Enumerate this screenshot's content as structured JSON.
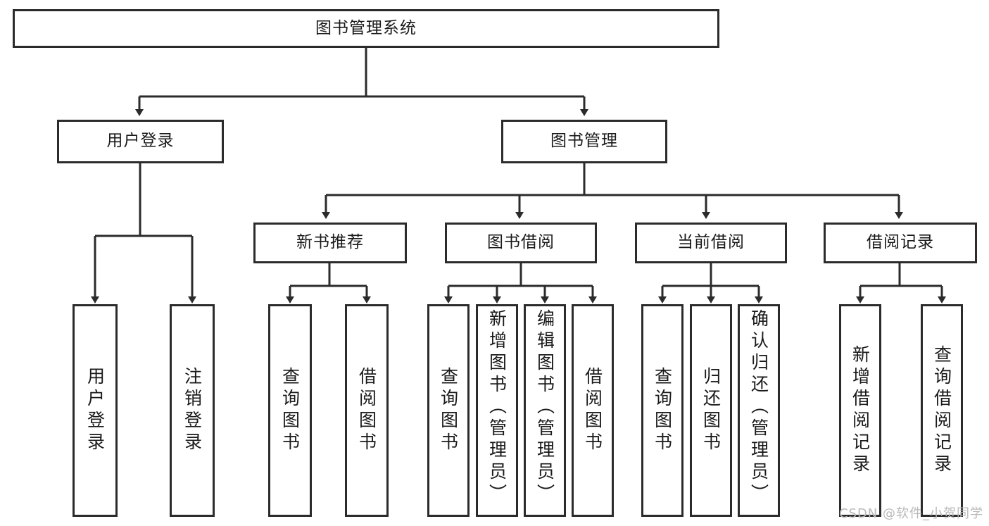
{
  "diagram": {
    "type": "tree",
    "title": "图书管理系统",
    "watermark": "CSDN @软件_小贺同学",
    "colors": {
      "stroke": "#2b2b2b",
      "fill": "#ffffff",
      "text": "#1a1a1a",
      "watermark": "#b9b9b9"
    },
    "nodes": {
      "root": {
        "label": "图书管理系统"
      },
      "level2": [
        {
          "id": "user-login",
          "label": "用户登录"
        },
        {
          "id": "book-manage",
          "label": "图书管理"
        }
      ],
      "level3": [
        {
          "id": "new-book-recommend",
          "label": "新书推荐"
        },
        {
          "id": "book-borrow",
          "label": "图书借阅"
        },
        {
          "id": "current-borrow",
          "label": "当前借阅"
        },
        {
          "id": "borrow-record",
          "label": "借阅记录"
        }
      ],
      "leaves": {
        "user-login": [
          {
            "id": "leaf-user-login",
            "label": "用户登录"
          },
          {
            "id": "leaf-logout-login",
            "label": "注销登录"
          }
        ],
        "new-book-recommend": [
          {
            "id": "leaf-query-book-1",
            "label": "查询图书"
          },
          {
            "id": "leaf-borrow-book-1",
            "label": "借阅图书"
          }
        ],
        "book-borrow": [
          {
            "id": "leaf-query-book-2",
            "label": "查询图书"
          },
          {
            "id": "leaf-add-book",
            "label": "新增图书（管理员）"
          },
          {
            "id": "leaf-edit-book",
            "label": "编辑图书（管理员）"
          },
          {
            "id": "leaf-borrow-book-2",
            "label": "借阅图书"
          }
        ],
        "current-borrow": [
          {
            "id": "leaf-query-book-3",
            "label": "查询图书"
          },
          {
            "id": "leaf-return-book",
            "label": "归还图书"
          },
          {
            "id": "leaf-confirm-return",
            "label": "确认归还（管理员）"
          }
        ],
        "borrow-record": [
          {
            "id": "leaf-add-record",
            "label": "新增借阅记录"
          },
          {
            "id": "leaf-query-record",
            "label": "查询借阅记录"
          }
        ]
      }
    }
  }
}
